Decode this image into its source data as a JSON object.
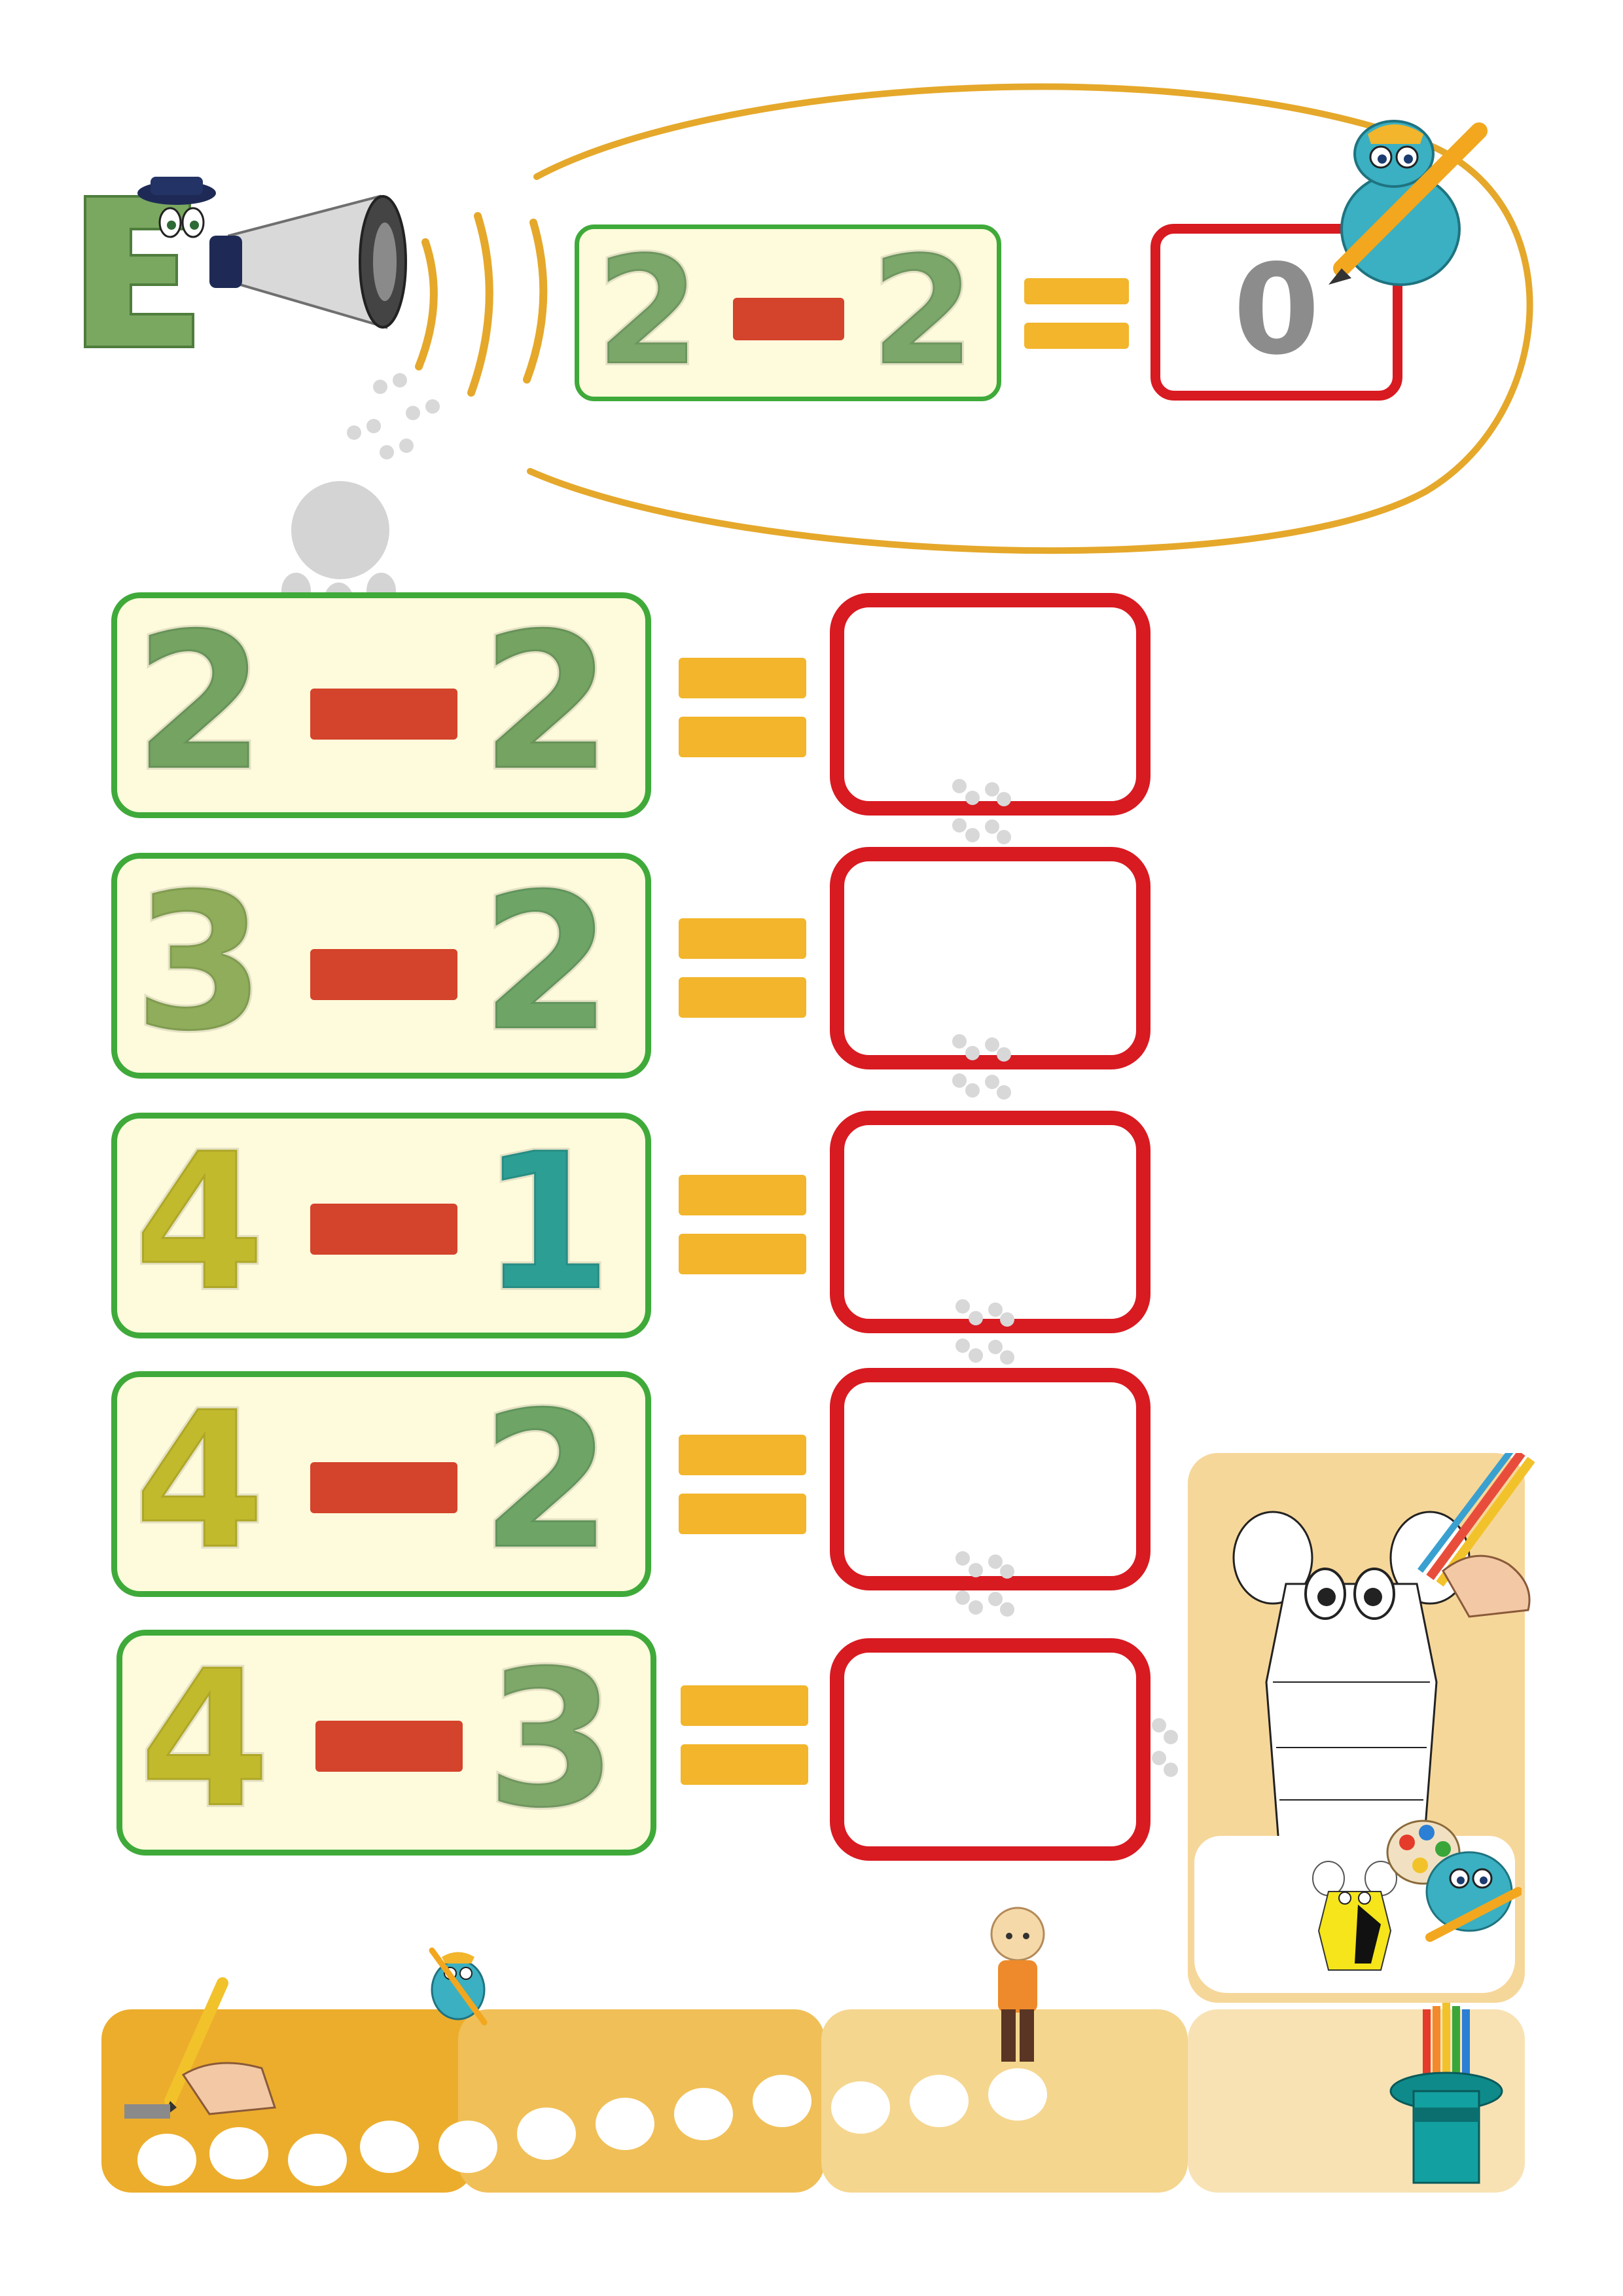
{
  "colors": {
    "green_border": "#3faa3a",
    "box_fill": "#fefbdc",
    "answer_border": "#d81a21",
    "minus": "#d4432b",
    "equals": "#f2b52b",
    "oval": "#e5a82b"
  },
  "example": {
    "left": "2",
    "right": "2",
    "answer": "0",
    "left_color": "#7ba76a",
    "right_color": "#7ba76a"
  },
  "exercises": [
    {
      "left": "2",
      "right": "2",
      "left_color": "#74a362",
      "right_color": "#74a362"
    },
    {
      "left": "3",
      "right": "2",
      "left_color": "#8fad5a",
      "right_color": "#6ea567"
    },
    {
      "left": "4",
      "right": "1",
      "left_color": "#c2ba2d",
      "right_color": "#2c9e94"
    },
    {
      "left": "4",
      "right": "2",
      "left_color": "#c2ba2d",
      "right_color": "#6ea567"
    },
    {
      "left": "4",
      "right": "3",
      "left_color": "#c2ba2d",
      "right_color": "#7ea86a"
    }
  ],
  "icons": {
    "announcer": "letter-e-monster-megaphone-icon",
    "pencil_mascot": "blue-monster-pencil-icon",
    "bee_coloring": "bee-coloring-page-icon",
    "hand_pencil": "hand-with-pencil-icon",
    "magic_hat": "magic-hat-rainbow-icon",
    "child": "child-character-icon"
  }
}
